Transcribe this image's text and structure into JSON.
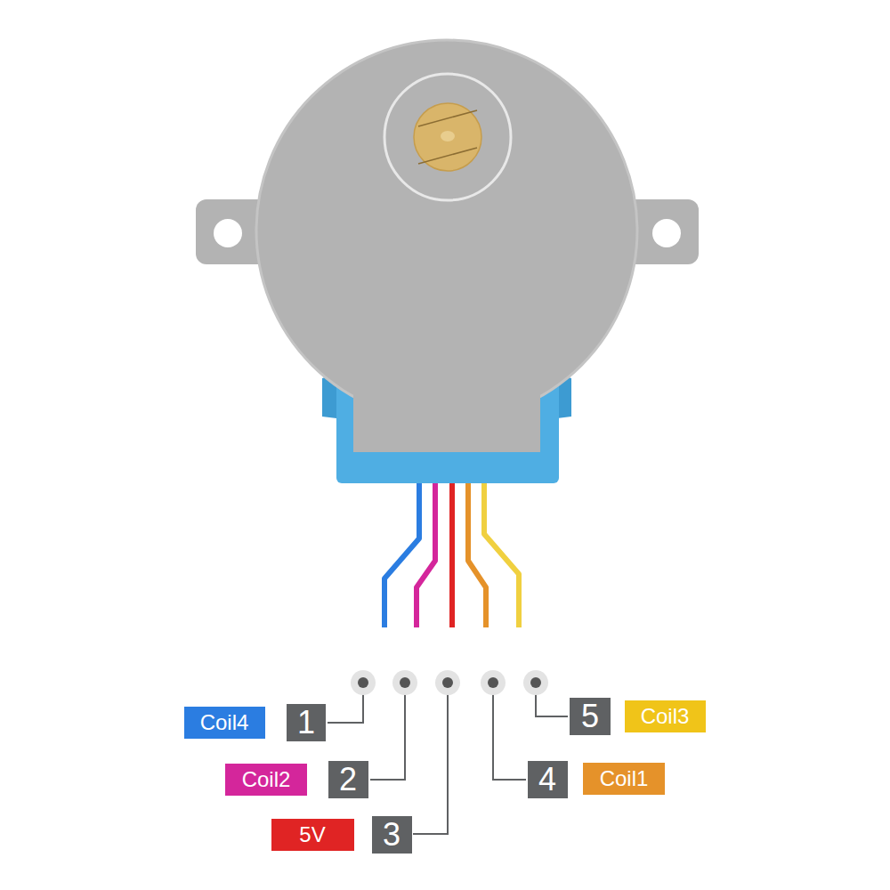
{
  "diagram": {
    "nodes": [
      {
        "text": [
          "Coil4"
        ]
      },
      {
        "text": [
          "1"
        ]
      },
      {
        "text": [
          "5"
        ]
      },
      {
        "text": [
          "Coil3"
        ]
      },
      {
        "text": [
          "Coil2"
        ]
      },
      {
        "text": [
          "2"
        ]
      },
      {
        "text": [
          "4"
        ]
      },
      {
        "text": [
          "Coil1"
        ]
      },
      {
        "text": [
          "5V"
        ]
      },
      {
        "text": [
          "3"
        ]
      }
    ]
  }
}
